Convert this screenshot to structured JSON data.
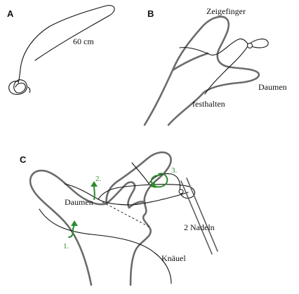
{
  "panels": {
    "a": {
      "letter": "A",
      "length_label": "60 cm"
    },
    "b": {
      "letter": "B",
      "index_finger_label": "Zeigefinger",
      "thumb_label": "Daumen",
      "hold_label": "festhalten"
    },
    "c": {
      "letter": "C",
      "thumb_label": "Daumen",
      "needles_label": "2 Nadeln",
      "ball_label": "Knäuel",
      "steps": [
        "1.",
        "2.",
        "3."
      ]
    }
  },
  "colors": {
    "yarn": "#111111",
    "hand_outline": "#6b6b6b",
    "step_arrows": "#2e8b2e"
  }
}
